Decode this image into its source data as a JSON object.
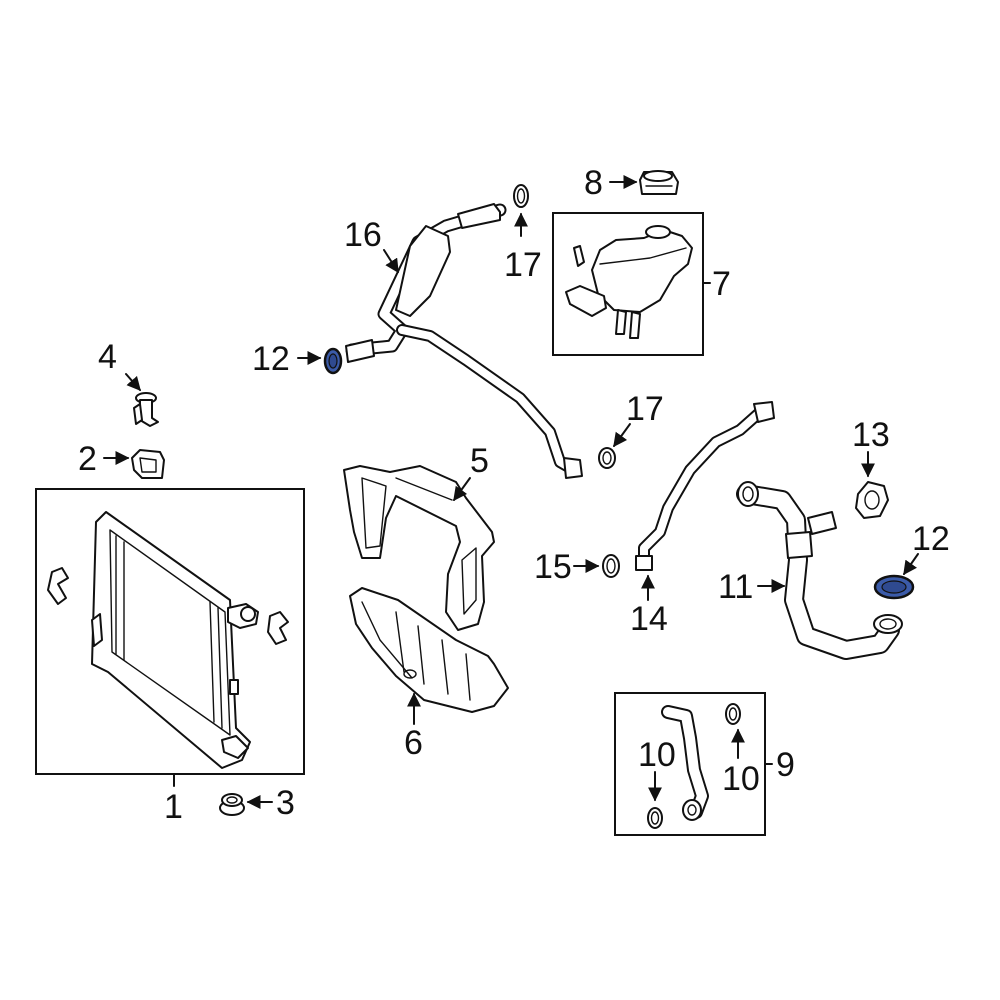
{
  "colors": {
    "line": "#111111",
    "background": "#ffffff",
    "highlight_fill": "#3b5ba9",
    "highlight_stroke": "#111111"
  },
  "callouts": {
    "c1": "1",
    "c2": "2",
    "c3": "3",
    "c4": "4",
    "c5": "5",
    "c6": "6",
    "c7": "7",
    "c8": "8",
    "c9": "9",
    "c10a": "10",
    "c10b": "10",
    "c11": "11",
    "c12a": "12",
    "c12b": "12",
    "c13": "13",
    "c14": "14",
    "c15": "15",
    "c16": "16",
    "c17a": "17",
    "c17b": "17"
  }
}
